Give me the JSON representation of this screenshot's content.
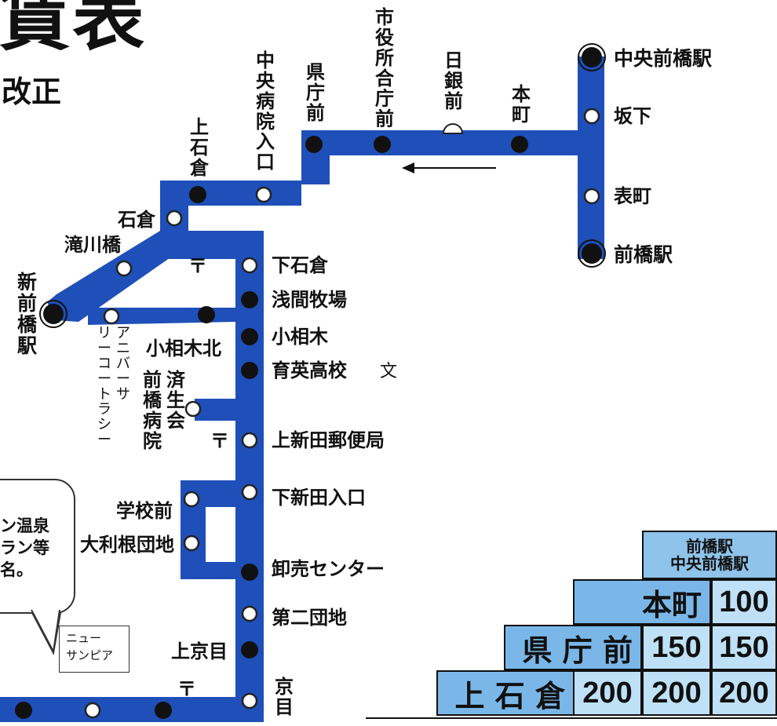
{
  "header": {
    "title": "賃表",
    "subtitle": "改正"
  },
  "route": {
    "terminals": {
      "chuo_maebashi": "中央前橋駅",
      "maebashi": "前橋駅",
      "shin_maebashi": "新前橋駅"
    },
    "stops": {
      "sakashita": "坂下",
      "omotecho": "表町",
      "honmachi": "本町",
      "nichigin_mae": "日銀前",
      "shiyakusho_mae": "市役所合庁前",
      "kencho_mae": "県庁前",
      "chuo_byoin": "中央病院入口",
      "kami_ishikura": "上石倉",
      "ishikura": "石倉",
      "takigawa_bashi": "滝川橋",
      "annivers": "アニバーサリーコートラシーネ",
      "koaiki_kita": "小相木北",
      "saiseikai": "済生会前橋病院",
      "shimo_ishikura": "下石倉",
      "asama_makiba": "浅間牧場",
      "koaiki": "小相木",
      "ikuei": "育英高校",
      "kami_shinden": "上新田郵便局",
      "shimo_shinden": "下新田入口",
      "gakko_mae": "学校前",
      "otone_danchi": "大利根団地",
      "oroshiuri": "卸売センター",
      "daini_danchi": "第二団地",
      "kami_kyome": "上京目",
      "kyome": "京目"
    },
    "marks": {
      "post_office": "〒",
      "school": "文"
    }
  },
  "callout": {
    "lines": [
      "ン温泉",
      "ラン等",
      "名。"
    ]
  },
  "note": {
    "lines": [
      "ニュー",
      "サンピア"
    ]
  },
  "fare_table": {
    "header": [
      "前橋駅",
      "中央前橋駅"
    ],
    "rows": [
      {
        "stop": "本町",
        "fares": [
          "100"
        ]
      },
      {
        "stop": "県 庁 前",
        "fares": [
          "150",
          "150"
        ]
      },
      {
        "stop": "上 石 倉",
        "fares": [
          "200",
          "200",
          "200"
        ]
      }
    ]
  },
  "colors": {
    "route_line": "#1f4fb8",
    "fare_stop_cell": "#7ab7e8",
    "fare_value_cell": "#bfe1f7"
  }
}
